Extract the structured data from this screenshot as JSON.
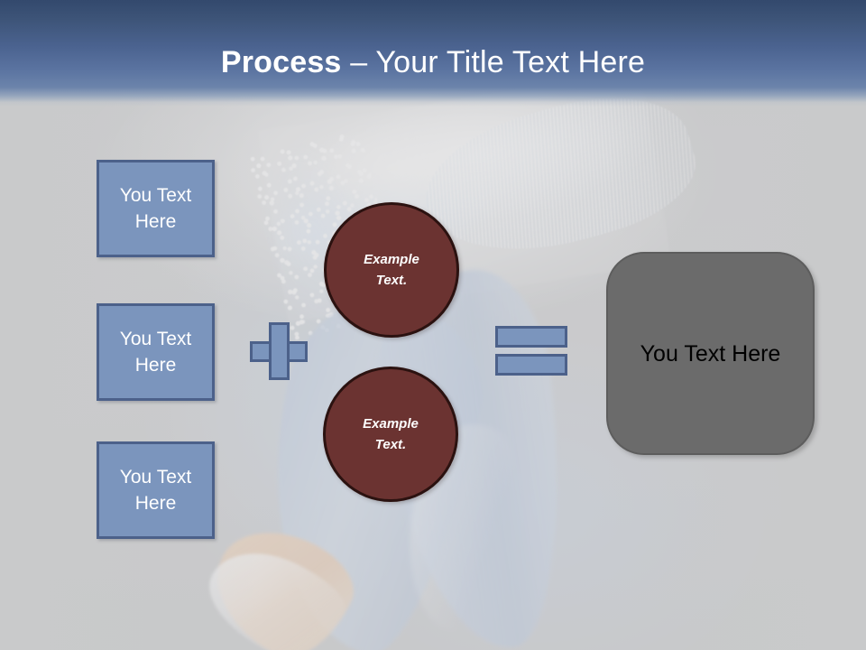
{
  "slide": {
    "background_color": "#c9cacb",
    "background_image_description": "faded photo of a person in white lace clothing and denim jeans with a shoe"
  },
  "title": {
    "strong": "Process",
    "rest": " – Your Title Text Here",
    "full": "Process – Your Title Text Here",
    "color": "#ffffff",
    "banner_top_color": "#33496d",
    "banner_bottom_color": "#6c84ab"
  },
  "inputs": {
    "fill_color": "#7b95bd",
    "border_color": "#4c618a",
    "text_color": "#ffffff",
    "boxes": [
      {
        "label": "You Text Here"
      },
      {
        "label": "You Text Here"
      },
      {
        "label": "You Text Here"
      }
    ]
  },
  "operators": {
    "plus": {
      "symbol": "+",
      "fill_color": "#7b95bd",
      "border_color": "#4c618a"
    },
    "equals": {
      "symbol": "=",
      "fill_color": "#7b95bd",
      "border_color": "#4c618a"
    }
  },
  "middle": {
    "fill_color": "#6b3331",
    "border_color": "#2b1210",
    "text_color": "#ffffff",
    "circles": [
      {
        "line1": "Example",
        "line2": "Text."
      },
      {
        "line1": "Example",
        "line2": "Text."
      }
    ]
  },
  "result": {
    "label": "You Text Here",
    "fill_color": "#6b6b6b",
    "text_color": "#000000"
  }
}
